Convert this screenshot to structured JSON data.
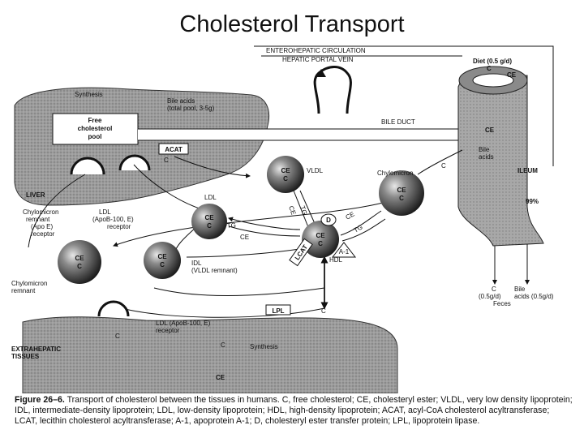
{
  "title": "Cholesterol Transport",
  "diagram": {
    "enterohepatic": "ENTEROHEPATIC CIRCULATION",
    "portal_vein": "HEPATIC PORTAL VEIN",
    "diet": "Diet (0.5 g/d)",
    "diet_c": "C",
    "diet_ce": "CE",
    "synthesis_liver": "Synthesis",
    "bile_acid_pool_1": "Bile acids",
    "bile_acid_pool_2": "(total pool, 3-5g)",
    "free_pool_1": "Free",
    "free_pool_2": "cholesterol",
    "free_pool_3": "pool",
    "acat": "ACAT",
    "bile_duct": "BILE DUCT",
    "liver": "LIVER",
    "c_liver": "C",
    "vldl": "VLDL",
    "vldl_ce": "CE",
    "vldl_c": "C",
    "chylomicron": "Chylomicron",
    "chylo_ce": "CE",
    "chylo_c": "C",
    "ileum": "ILEUM",
    "ileum_c": "C",
    "ileum_ce": "CE",
    "bile_acids_ileum_1": "Bile",
    "bile_acids_ileum_2": "acids",
    "percent": "99%",
    "chylo_remnant_receptor_1": "Chylomicron",
    "chylo_remnant_receptor_2": "remnant",
    "chylo_remnant_receptor_3": "(Apo E)",
    "chylo_remnant_receptor_4": "receptor",
    "ldl_receptor_1": "LDL",
    "ldl_receptor_2": "(ApoB-100, E)",
    "ldl_receptor_3": "receptor",
    "ldl": "LDL",
    "ldl_ce": "CE",
    "ldl_c": "C",
    "tg_1": "TG",
    "ce_1": "CE",
    "tg_2": "TG",
    "ce_2": "CE",
    "d": "D",
    "ce_3": "CE",
    "tg_3": "TG",
    "hdl_ce": "CE",
    "hdl_c": "C",
    "a1": "A-1",
    "lcat": "LCAT",
    "hdl": "HDL",
    "feces_c_1": "C",
    "feces_c_2": "(0.5g/d)",
    "feces_bile_1": "Bile",
    "feces_bile_2": "acids (0.5g/d)",
    "feces": "Feces",
    "remnant_ce": "CE",
    "remnant_c": "C",
    "idl_ce": "CE",
    "idl_c": "C",
    "idl_1": "IDL",
    "idl_2": "(VLDL remnant)",
    "chylo_remnant_1": "Chylomicron",
    "chylo_remnant_2": "remnant",
    "lpl": "LPL",
    "lpl_c": "C",
    "ext_ldl_receptor_1": "LDL (ApoB-100, E)",
    "ext_ldl_receptor_2": "receptor",
    "ext_c": "C",
    "extrahepatic_1": "EXTRAHEPATIC",
    "extrahepatic_2": "TISSUES",
    "ext_c_center": "C",
    "ext_synthesis": "Synthesis",
    "ext_ce": "CE"
  },
  "caption": {
    "figure": "Figure 26–6.",
    "text": " Transport of cholesterol between the tissues in humans. C, free cholesterol; CE, cholesteryl ester; VLDL, very low density lipoprotein; IDL, intermediate-density lipoprotein; LDL, low-density lipoprotein; HDL, high-density lipoprotein; ACAT, acyl-CoA cholesterol acyltransferase; LCAT, lecithin cholesterol acyltransferase; A-1, apoprotein A-1; D, cholesteryl ester transfer protein; LPL, lipoprotein lipase."
  }
}
